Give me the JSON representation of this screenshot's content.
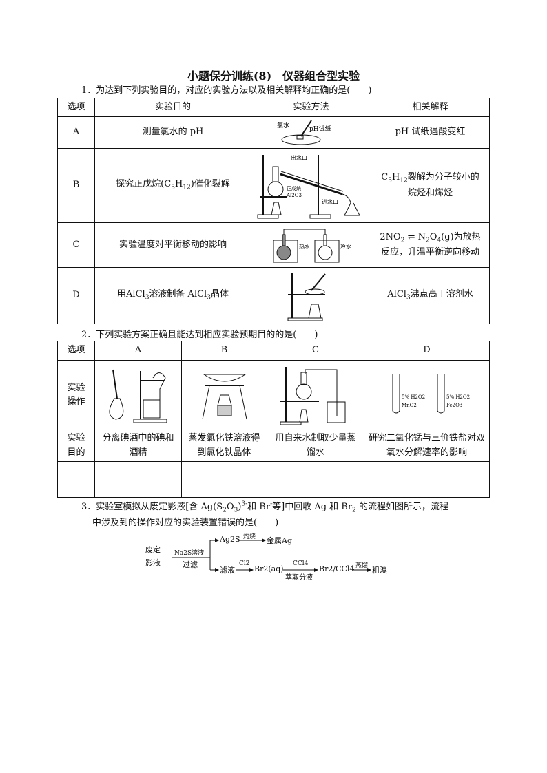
{
  "title": "小题保分训练(8)　仪器组合型实验",
  "q1": {
    "stem": "1．为达到下列实验目的，对应的实验方法以及相关解释均正确的是(　　)",
    "headers": [
      "选项",
      "实验目的",
      "实验方法",
      "相关解释"
    ],
    "rows": [
      {
        "option": "A",
        "goal": "测量氯水的 pH",
        "labels": [
          "氯水",
          "pH试纸"
        ],
        "explain": "pH 试纸遇酸变红"
      },
      {
        "option": "B",
        "goal": "探究正戊烷(C5H12)催化裂解",
        "labels": [
          "出水口",
          "正戊烷",
          "Al2O3",
          "进水口"
        ],
        "explain": "C5H12裂解为分子较小的烷烃和烯烃"
      },
      {
        "option": "C",
        "goal": "实验温度对平衡移动的影响",
        "labels": [
          "热水",
          "冷水"
        ],
        "explain": "2NO2⇌N2O4(g)为放热反应，升温平衡逆向移动"
      },
      {
        "option": "D",
        "goal": "用AlCl3溶液制备 AlCl3晶体",
        "labels": [],
        "explain": "AlCl3沸点高于溶剂水"
      }
    ]
  },
  "q2": {
    "stem": "2．下列实验方案正确且能达到相应实验预期目的的是(　　)",
    "header_label": "选项",
    "options": [
      "A",
      "B",
      "C",
      "D"
    ],
    "row_op_label": "实验操作",
    "row_goal_label": "实验目的",
    "goals": [
      "分离碘酒中的碘和酒精",
      "蒸发氯化铁溶液得到氯化铁晶体",
      "用自来水制取少量蒸馏水",
      "研究二氧化锰与三价铁盐对双氧水分解速率的影响"
    ],
    "d_labels": [
      "5% H2O2",
      "MnO2",
      "5% H2O2",
      "Fe2O3"
    ]
  },
  "q3": {
    "stem_line1": "3．实验室模拟从废定影液[含 Ag(S2O3)3- 和 Br-等]中回收 Ag 和 Br2 的流程如图所示，流程",
    "stem_line2": "中涉及到的操作对应的实验装置错误的是(　　)",
    "flow": {
      "start": "废定影液",
      "step1_top": "Na2S溶液",
      "step1_bottom": "过滤",
      "branch1": "Ag2S",
      "branch1_op": "灼烧",
      "branch1_product": "金属Ag",
      "branch2": "滤液",
      "op_cl2": "Cl2",
      "br2aq": "Br2(aq)",
      "op_ccl4": "CCl4",
      "op_extract": "萃取分液",
      "br2ccl4": "Br2/CCl4",
      "op_distill": "蒸馏",
      "final": "粗溴"
    }
  }
}
